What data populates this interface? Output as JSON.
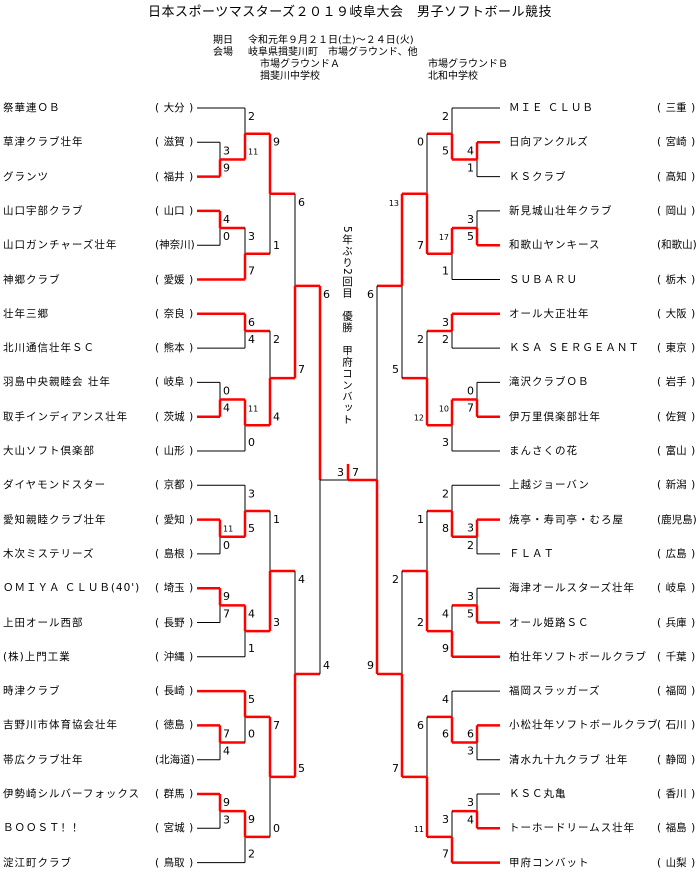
{
  "header": {
    "title": "日本スポーツマスターズ２０１９岐阜大会　男子ソフトボール競技",
    "date_label": "期日",
    "date_value": "令和元年９月２１日(土)～２４日(火)",
    "venue_label": "会場",
    "venue_value": "岐阜県揖斐川町　市場グラウンド、他",
    "venue_a": "市場グラウンドＡ",
    "venue_b": "市場グラウンドＢ",
    "venue_c": "揖斐川中学校",
    "venue_d": "北和中学校"
  },
  "center_note": "5年ぶり2回目　優勝　甲府コンバット",
  "colors": {
    "winner_line": "#ff0000",
    "line": "#000000"
  },
  "left": {
    "teams": [
      {
        "name": "祭華連ＯＢ",
        "pref": "大分"
      },
      {
        "name": "草津クラブ壮年",
        "pref": "滋賀"
      },
      {
        "name": "グランツ",
        "pref": "福井"
      },
      {
        "name": "山口宇部クラブ",
        "pref": "山口"
      },
      {
        "name": "山口ガンチャーズ壮年",
        "pref": "神奈川"
      },
      {
        "name": "神郷クラブ",
        "pref": "愛媛"
      },
      {
        "name": "壮年三郷",
        "pref": "奈良"
      },
      {
        "name": "北川通信壮年ＳＣ",
        "pref": "熊本"
      },
      {
        "name": "羽島中央親睦会 壮年",
        "pref": "岐阜"
      },
      {
        "name": "取手インディアンス壮年",
        "pref": "茨城"
      },
      {
        "name": "大山ソフト倶楽部",
        "pref": "山形"
      },
      {
        "name": "ダイヤモンドスター",
        "pref": "京都"
      },
      {
        "name": "愛知親睦クラブ壮年",
        "pref": "愛知"
      },
      {
        "name": "木次ミステリーズ",
        "pref": "島根"
      },
      {
        "name": "ＯＭＩＹＡ ＣＬＵＢ(40')",
        "pref": "埼玉"
      },
      {
        "name": "上田オール西部",
        "pref": "長野"
      },
      {
        "name": "(株)上門工業",
        "pref": "沖縄"
      },
      {
        "name": "時津クラブ",
        "pref": "長崎"
      },
      {
        "name": "吉野川市体育協会壮年",
        "pref": "徳島"
      },
      {
        "name": "帯広クラブ壮年",
        "pref": "北海道"
      },
      {
        "name": "伊勢崎シルバーフォックス",
        "pref": "群馬"
      },
      {
        "name": "ＢＯＯＳＴ！！",
        "pref": "宮城"
      },
      {
        "name": "淀江町クラブ",
        "pref": "鳥取"
      }
    ],
    "bracket": {
      "r": 5,
      "s": [
        6,
        4
      ],
      "a": {
        "r": 4,
        "s": [
          6,
          7
        ],
        "a": {
          "r": 3,
          "s": [
            9,
            1
          ],
          "a": {
            "r": 2,
            "s": [
              2,
              11
            ],
            "a": 0,
            "b": {
              "r": 1,
              "s": [
                3,
                9
              ],
              "a": 1,
              "b": 2
            }
          },
          "b": {
            "r": 2,
            "s": [
              3,
              7
            ],
            "a": {
              "r": 1,
              "s": [
                4,
                0
              ],
              "a": 3,
              "b": 4
            },
            "b": 5
          }
        },
        "b": {
          "r": 3,
          "s": [
            2,
            4
          ],
          "a": {
            "r": 2,
            "s": [
              6,
              4
            ],
            "a": 6,
            "b": 7
          },
          "b": {
            "r": 2,
            "s": [
              11,
              0
            ],
            "a": {
              "r": 1,
              "s": [
                0,
                4
              ],
              "a": 8,
              "b": 9
            },
            "b": 10
          }
        }
      },
      "b": {
        "r": 4,
        "s": [
          4,
          5
        ],
        "a": {
          "r": 3,
          "s": [
            1,
            3
          ],
          "a": {
            "r": 2,
            "s": [
              3,
              5
            ],
            "a": 11,
            "b": {
              "r": 1,
              "s": [
                11,
                0
              ],
              "a": 12,
              "b": 13
            }
          },
          "b": {
            "r": 2,
            "s": [
              4,
              1
            ],
            "a": {
              "r": 1,
              "s": [
                9,
                7
              ],
              "a": 14,
              "b": 15
            },
            "b": 16
          }
        },
        "b": {
          "r": 3,
          "s": [
            7,
            0
          ],
          "a": {
            "r": 2,
            "s": [
              5,
              0
            ],
            "a": 17,
            "b": {
              "r": 1,
              "s": [
                7,
                4
              ],
              "a": 18,
              "b": 19
            }
          },
          "b": {
            "r": 2,
            "s": [
              9,
              2
            ],
            "a": {
              "r": 1,
              "s": [
                9,
                3
              ],
              "a": 20,
              "b": 21
            },
            "b": 22
          }
        }
      }
    }
  },
  "right": {
    "teams": [
      {
        "name": "ＭＩＥ ＣＬＵＢ",
        "pref": "三重"
      },
      {
        "name": "日向アンクルズ",
        "pref": "宮崎"
      },
      {
        "name": "ＫＳクラブ",
        "pref": "高知"
      },
      {
        "name": "新見城山壮年クラブ",
        "pref": "岡山"
      },
      {
        "name": "和歌山ヤンキース",
        "pref": "和歌山"
      },
      {
        "name": "ＳＵＢＡＲＵ",
        "pref": "栃木"
      },
      {
        "name": "オール大正壮年",
        "pref": "大阪"
      },
      {
        "name": "ＫＳＡ ＳＥＲＧＥＡＮＴ",
        "pref": "東京"
      },
      {
        "name": "滝沢クラブＯＢ",
        "pref": "岩手"
      },
      {
        "name": "伊万里倶楽部壮年",
        "pref": "佐賀"
      },
      {
        "name": "まんさくの花",
        "pref": "富山"
      },
      {
        "name": "上越ジョーバン",
        "pref": "新潟"
      },
      {
        "name": "焼亭・寿司亭・むろ屋",
        "pref": "鹿児島"
      },
      {
        "name": "ＦＬＡＴ",
        "pref": "広島"
      },
      {
        "name": "海津オールスターズ壮年",
        "pref": "岐阜"
      },
      {
        "name": "オール姫路ＳＣ",
        "pref": "兵庫"
      },
      {
        "name": "柏壮年ソフトボールクラブ",
        "pref": "千葉"
      },
      {
        "name": "福岡スラッガーズ",
        "pref": "福岡"
      },
      {
        "name": "小松壮年ソフトボールクラブ",
        "pref": "石川"
      },
      {
        "name": "清水九十九クラブ 壮年",
        "pref": "静岡"
      },
      {
        "name": "ＫＳＣ丸亀",
        "pref": "香川"
      },
      {
        "name": "トーホードリームス壮年",
        "pref": "福島"
      },
      {
        "name": "甲府コンバット",
        "pref": "山梨"
      }
    ],
    "bracket": {
      "r": 5,
      "s": [
        6,
        9
      ],
      "a": {
        "r": 4,
        "s": [
          13,
          5
        ],
        "a": {
          "r": 3,
          "s": [
            0,
            7
          ],
          "a": {
            "r": 2,
            "s": [
              2,
              5
            ],
            "a": 0,
            "b": {
              "r": 1,
              "s": [
                4,
                1
              ],
              "a": 1,
              "b": 2
            }
          },
          "b": {
            "r": 2,
            "s": [
              17,
              1
            ],
            "a": {
              "r": 1,
              "s": [
                3,
                5
              ],
              "a": 3,
              "b": 4
            },
            "b": 5
          }
        },
        "b": {
          "r": 3,
          "s": [
            2,
            12
          ],
          "a": {
            "r": 2,
            "s": [
              3,
              2
            ],
            "a": 6,
            "b": 7
          },
          "b": {
            "r": 2,
            "s": [
              10,
              3
            ],
            "a": {
              "r": 1,
              "s": [
                0,
                7
              ],
              "a": 8,
              "b": 9
            },
            "b": 10
          }
        }
      },
      "b": {
        "r": 4,
        "s": [
          2,
          7
        ],
        "a": {
          "r": 3,
          "s": [
            1,
            2
          ],
          "a": {
            "r": 2,
            "s": [
              2,
              8
            ],
            "a": 11,
            "b": {
              "r": 1,
              "s": [
                3,
                2
              ],
              "a": 12,
              "b": 13
            }
          },
          "b": {
            "r": 2,
            "s": [
              4,
              9
            ],
            "a": {
              "r": 1,
              "s": [
                3,
                5
              ],
              "a": 14,
              "b": 15
            },
            "b": 16
          }
        },
        "b": {
          "r": 3,
          "s": [
            6,
            11
          ],
          "a": {
            "r": 2,
            "s": [
              4,
              6
            ],
            "a": 17,
            "b": {
              "r": 1,
              "s": [
                6,
                3
              ],
              "a": 18,
              "b": 19
            }
          },
          "b": {
            "r": 2,
            "s": [
              3,
              7
            ],
            "a": {
              "r": 1,
              "s": [
                3,
                4
              ],
              "a": 20,
              "b": 21
            },
            "b": 22
          }
        }
      }
    }
  },
  "final": {
    "s": [
      3,
      7
    ]
  }
}
